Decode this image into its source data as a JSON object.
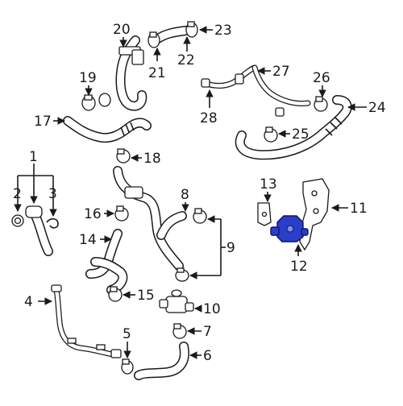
{
  "diagram": {
    "highlight_color": "#2a3ec9",
    "callouts": [
      {
        "id": "c1",
        "label": "1"
      },
      {
        "id": "c2",
        "label": "2"
      },
      {
        "id": "c3",
        "label": "3"
      },
      {
        "id": "c4",
        "label": "4"
      },
      {
        "id": "c5",
        "label": "5"
      },
      {
        "id": "c6",
        "label": "6"
      },
      {
        "id": "c7",
        "label": "7"
      },
      {
        "id": "c8",
        "label": "8"
      },
      {
        "id": "c9",
        "label": "9"
      },
      {
        "id": "c10",
        "label": "10"
      },
      {
        "id": "c11",
        "label": "11"
      },
      {
        "id": "c12",
        "label": "12"
      },
      {
        "id": "c13",
        "label": "13"
      },
      {
        "id": "c14",
        "label": "14"
      },
      {
        "id": "c15",
        "label": "15"
      },
      {
        "id": "c16",
        "label": "16"
      },
      {
        "id": "c17",
        "label": "17"
      },
      {
        "id": "c18",
        "label": "18"
      },
      {
        "id": "c19",
        "label": "19"
      },
      {
        "id": "c20",
        "label": "20"
      },
      {
        "id": "c21",
        "label": "21"
      },
      {
        "id": "c22",
        "label": "22"
      },
      {
        "id": "c23",
        "label": "23"
      },
      {
        "id": "c24",
        "label": "24"
      },
      {
        "id": "c25",
        "label": "25"
      },
      {
        "id": "c26",
        "label": "26"
      },
      {
        "id": "c27",
        "label": "27"
      },
      {
        "id": "c28",
        "label": "28"
      }
    ]
  }
}
